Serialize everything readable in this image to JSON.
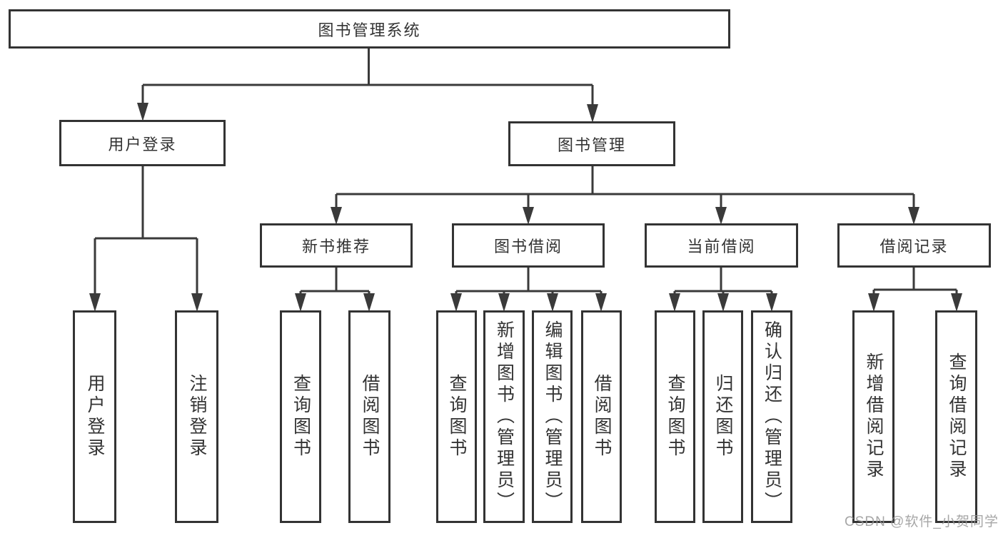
{
  "diagram": {
    "root": {
      "label": "图书管理系统"
    },
    "branches": [
      {
        "label": "用户登录",
        "children": [
          {
            "label": "用户登录"
          },
          {
            "label": "注销登录"
          }
        ]
      },
      {
        "label": "图书管理",
        "children": [
          {
            "label": "新书推荐",
            "children": [
              {
                "label": "查询图书"
              },
              {
                "label": "借阅图书"
              }
            ]
          },
          {
            "label": "图书借阅",
            "children": [
              {
                "label": "查询图书"
              },
              {
                "label": "新增图书（管理员）"
              },
              {
                "label": "编辑图书（管理员）"
              },
              {
                "label": "借阅图书"
              }
            ]
          },
          {
            "label": "当前借阅",
            "children": [
              {
                "label": "查询图书"
              },
              {
                "label": "归还图书"
              },
              {
                "label": "确认归还（管理员）"
              }
            ]
          },
          {
            "label": "借阅记录",
            "children": [
              {
                "label": "新增借阅记录"
              },
              {
                "label": "查询借阅记录"
              }
            ]
          }
        ]
      }
    ],
    "line_color": "#3a3a3a",
    "box_border_color": "#333333",
    "background_color": "#ffffff"
  },
  "watermark": {
    "text": "CSDN @软件_小贺同学",
    "color": "#969696"
  }
}
